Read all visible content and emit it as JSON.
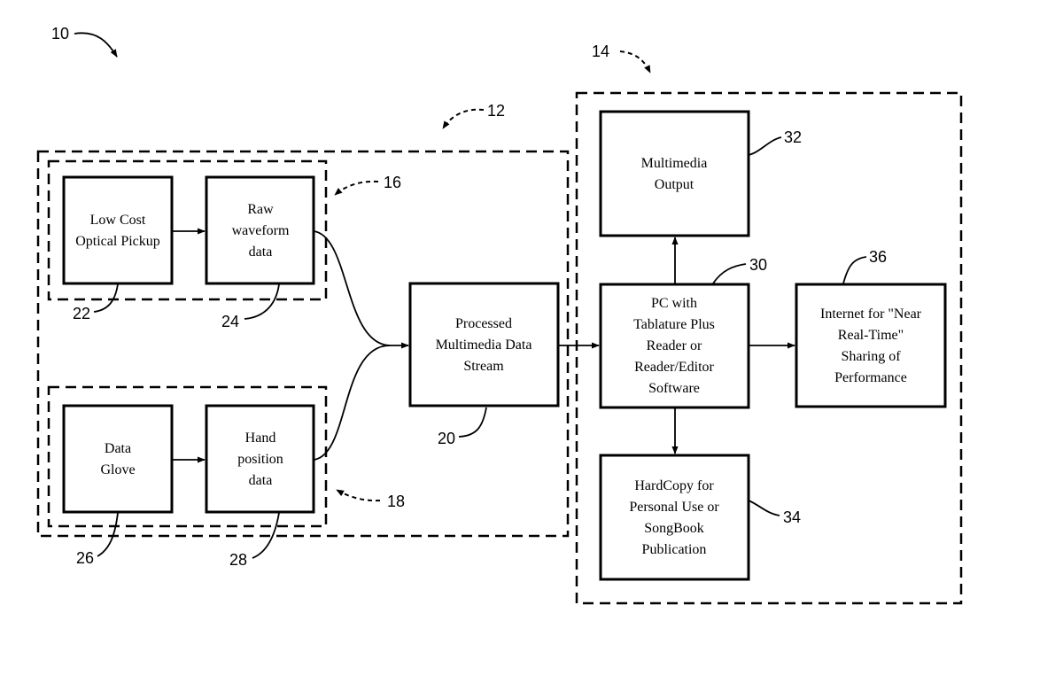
{
  "references": {
    "system": "10",
    "capture_group": "12",
    "output_group": "14",
    "optical_subgroup": "16",
    "glove_subgroup": "18",
    "processed_stream": "20",
    "optical_pickup": "22",
    "raw_waveform": "24",
    "data_glove": "26",
    "hand_position": "28",
    "pc": "30",
    "multimedia_output": "32",
    "hardcopy": "34",
    "internet": "36"
  },
  "blocks": {
    "optical_pickup": {
      "lines": [
        "Low Cost",
        "Optical Pickup"
      ]
    },
    "raw_waveform": {
      "lines": [
        "Raw",
        "waveform",
        "data"
      ]
    },
    "data_glove": {
      "lines": [
        "Data",
        "Glove"
      ]
    },
    "hand_position": {
      "lines": [
        "Hand",
        "position",
        "data"
      ]
    },
    "processed_stream": {
      "lines": [
        "Processed",
        "Multimedia Data",
        "Stream"
      ]
    },
    "pc": {
      "lines": [
        "PC with",
        "Tablature Plus",
        "Reader or",
        "Reader/Editor",
        "Software"
      ]
    },
    "multimedia_output": {
      "lines": [
        "Multimedia",
        "Output"
      ]
    },
    "internet": {
      "lines": [
        "Internet for \"Near",
        "Real-Time\"",
        "Sharing of",
        "Performance"
      ]
    },
    "hardcopy": {
      "lines": [
        "HardCopy for",
        "Personal Use or",
        "SongBook",
        "Publication"
      ]
    }
  }
}
